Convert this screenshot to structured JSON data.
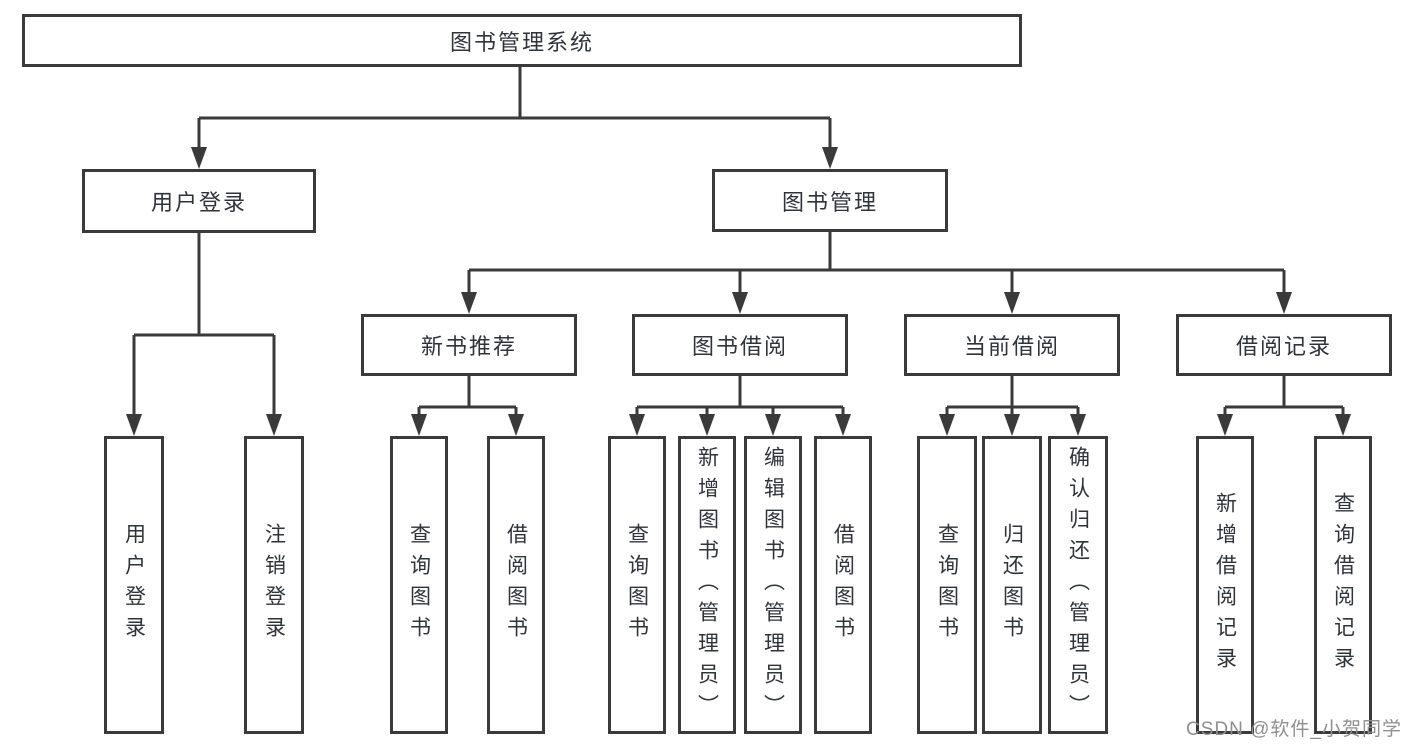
{
  "colors": {
    "line": "#3a3a3a",
    "box_border": "#3a3a3a",
    "text": "#303338",
    "watermark": "#8f8f8f",
    "background": "#ffffff"
  },
  "nodes": {
    "root": "图书管理系统",
    "user_login": "用户登录",
    "book_management": "图书管理",
    "new_book_recommend": "新书推荐",
    "book_borrowing": "图书借阅",
    "current_borrowing": "当前借阅",
    "borrowing_records": "借阅记录",
    "leaf_user_login": "用户登录",
    "leaf_logout": "注销登录",
    "leaf_nbr_query_books": "查询图书",
    "leaf_nbr_borrow_books": "借阅图书",
    "leaf_bb_query_books": "查询图书",
    "leaf_bb_add_books_admin": "新增图书（管理员）",
    "leaf_bb_edit_books_admin": "编辑图书（管理员）",
    "leaf_bb_borrow_books": "借阅图书",
    "leaf_cb_query_books": "查询图书",
    "leaf_cb_return_books": "归还图书",
    "leaf_cb_confirm_return_admin": "确认归还（管理员）",
    "leaf_br_add_record": "新增借阅记录",
    "leaf_br_query_record": "查询借阅记录"
  },
  "structure": {
    "图书管理系统": {
      "用户登录": [
        "用户登录",
        "注销登录"
      ],
      "图书管理": {
        "新书推荐": [
          "查询图书",
          "借阅图书"
        ],
        "图书借阅": [
          "查询图书",
          "新增图书（管理员）",
          "编辑图书（管理员）",
          "借阅图书"
        ],
        "当前借阅": [
          "查询图书",
          "归还图书",
          "确认归还（管理员）"
        ],
        "借阅记录": [
          "新增借阅记录",
          "查询借阅记录"
        ]
      }
    }
  },
  "watermark": "CSDN @软件_小贺同学"
}
